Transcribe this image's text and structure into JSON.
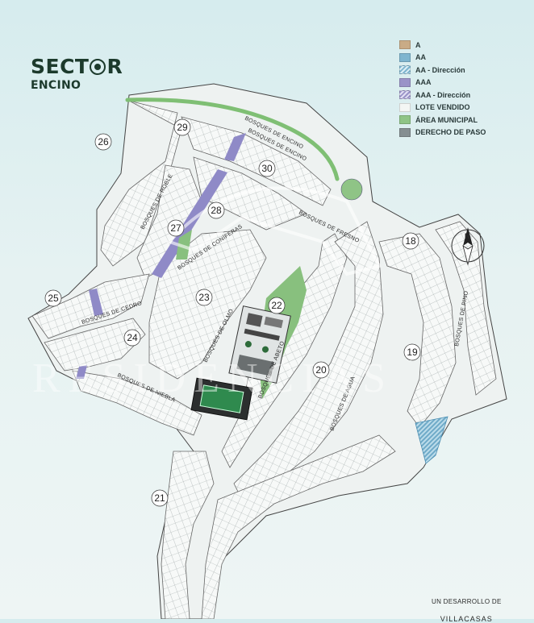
{
  "title": {
    "main_pre": "SECT",
    "main_post": "R",
    "sub": "ENCINO"
  },
  "legend": [
    {
      "label": "A",
      "color": "#c9ab86",
      "key": "a"
    },
    {
      "label": "AA",
      "color": "#7eb5cf",
      "key": "aa"
    },
    {
      "label": "AA - Dirección",
      "color": "#7eb5cf",
      "key": "aad"
    },
    {
      "label": "AAA",
      "color": "#9a93c8",
      "key": "aaa"
    },
    {
      "label": "AAA - Dirección",
      "color": "#9a93c8",
      "key": "aaad"
    },
    {
      "label": "LOTE VENDIDO",
      "color": "#f4f6f4",
      "key": "lv"
    },
    {
      "label": "ÁREA MUNICIPAL",
      "color": "#8fc486",
      "key": "am"
    },
    {
      "label": "DERECHO DE PASO",
      "color": "#858e91",
      "key": "dp"
    }
  ],
  "sectors": [
    "21",
    "19",
    "20",
    "22",
    "23",
    "24",
    "25",
    "26",
    "27",
    "28",
    "29",
    "30",
    "18"
  ],
  "streets": {
    "encino_top": "BOSQUES DE ENCINO",
    "encino_inner": "BOSQUES DE ENCINO",
    "roble": "BOSQUES DE ROBLE",
    "coniferas": "BOSQUES DE CONÍFERAS",
    "fresno": "BOSQUES DE FRESNO",
    "cedro": "BOSQUES DE CEDRO",
    "niebla": "BOSQUES DE NIEBLA",
    "olmo": "BOSQUES DE OLMO",
    "abeto": "BOSQUES DE ABETO",
    "agua": "BOSQUES DE AGUA",
    "pino": "BOSQUES DE PINO"
  },
  "compass_label": "N",
  "watermark": "RESIDENCIAS",
  "footer": {
    "line1": "UN DESARROLLO DE",
    "line2": "VILLACASAS"
  }
}
